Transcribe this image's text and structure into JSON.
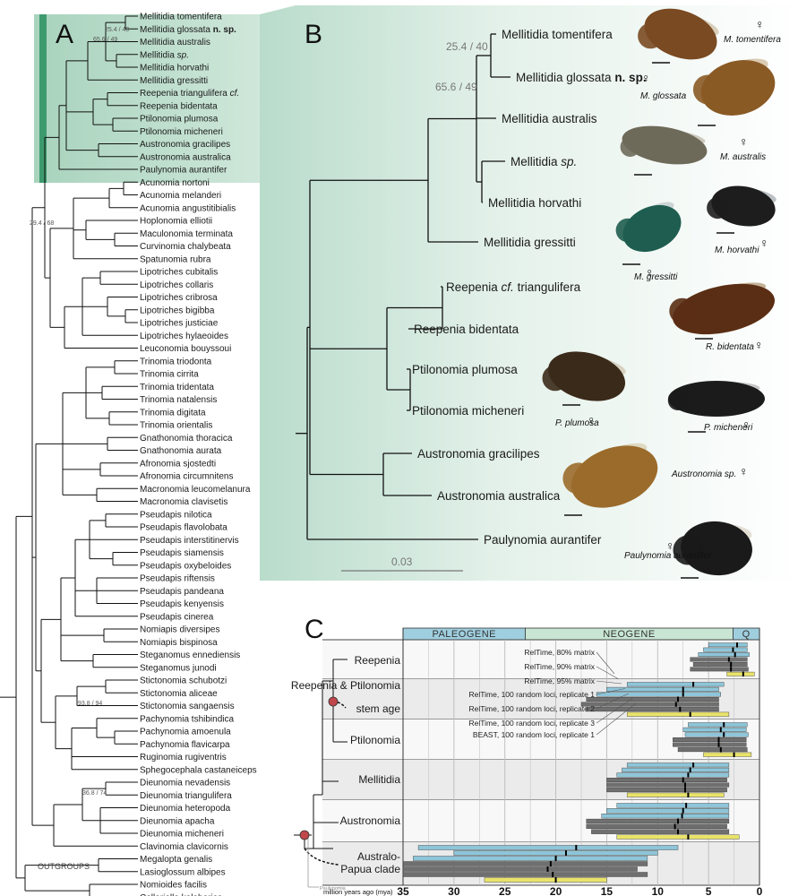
{
  "panel_labels": {
    "a": "A",
    "b": "B",
    "c": "C"
  },
  "panel_a": {
    "supports": [
      "25.4 / 40",
      "65.6 / 49",
      "29.4 / 68",
      "93.8 / 94",
      "36.8 / 74"
    ],
    "outgroups_label": "OUTGROUPS",
    "taxa": [
      {
        "genus": "Mellitidia tomentifera",
        "tail": ""
      },
      {
        "genus": "Mellitidia glossata",
        "tail": "n. sp."
      },
      {
        "genus": "Mellitidia australis",
        "tail": ""
      },
      {
        "genus": "Mellitidia",
        "tail": "sp."
      },
      {
        "genus": "Mellitidia horvathi",
        "tail": ""
      },
      {
        "genus": "Mellitidia gressitti",
        "tail": ""
      },
      {
        "genus": "Reepenia triangulifera",
        "tail": "cf."
      },
      {
        "genus": "Reepenia bidentata",
        "tail": ""
      },
      {
        "genus": "Ptilonomia plumosa",
        "tail": ""
      },
      {
        "genus": "Ptilonomia micheneri",
        "tail": ""
      },
      {
        "genus": "Austronomia gracilipes",
        "tail": ""
      },
      {
        "genus": "Austronomia australica",
        "tail": ""
      },
      {
        "genus": "Paulynomia aurantifer",
        "tail": ""
      },
      {
        "genus": "Acunomia nortoni",
        "tail": ""
      },
      {
        "genus": "Acunomia melanderi",
        "tail": ""
      },
      {
        "genus": "Acunomia angustitibialis",
        "tail": ""
      },
      {
        "genus": "Hoplonomia elliotii",
        "tail": ""
      },
      {
        "genus": "Maculonomia terminata",
        "tail": ""
      },
      {
        "genus": "Curvinomia chalybeata",
        "tail": ""
      },
      {
        "genus": "Spatunomia rubra",
        "tail": ""
      },
      {
        "genus": "Lipotriches cubitalis",
        "tail": ""
      },
      {
        "genus": "Lipotriches collaris",
        "tail": ""
      },
      {
        "genus": "Lipotriches cribrosa",
        "tail": ""
      },
      {
        "genus": "Lipotriches bigibba",
        "tail": ""
      },
      {
        "genus": "Lipotriches justiciae",
        "tail": ""
      },
      {
        "genus": "Lipotriches hylaeoides",
        "tail": ""
      },
      {
        "genus": "Leuconomia bouyssoui",
        "tail": ""
      },
      {
        "genus": "Trinomia triodonta",
        "tail": ""
      },
      {
        "genus": "Trinomia cirrita",
        "tail": ""
      },
      {
        "genus": "Trinomia tridentata",
        "tail": ""
      },
      {
        "genus": "Trinomia natalensis",
        "tail": ""
      },
      {
        "genus": "Trinomia digitata",
        "tail": ""
      },
      {
        "genus": "Trinomia orientalis",
        "tail": ""
      },
      {
        "genus": "Gnathonomia thoracica",
        "tail": ""
      },
      {
        "genus": "Gnathonomia aurata",
        "tail": ""
      },
      {
        "genus": "Afronomia sjostedti",
        "tail": ""
      },
      {
        "genus": "Afronomia circumnitens",
        "tail": ""
      },
      {
        "genus": "Macronomia leucomelanura",
        "tail": ""
      },
      {
        "genus": "Macronomia clavisetis",
        "tail": ""
      },
      {
        "genus": "Pseudapis nilotica",
        "tail": ""
      },
      {
        "genus": "Pseudapis flavolobata",
        "tail": ""
      },
      {
        "genus": "Pseudapis interstitinervis",
        "tail": ""
      },
      {
        "genus": "Pseudapis siamensis",
        "tail": ""
      },
      {
        "genus": "Pseudapis oxybeloides",
        "tail": ""
      },
      {
        "genus": "Pseudapis riftensis",
        "tail": ""
      },
      {
        "genus": "Pseudapis pandeana",
        "tail": ""
      },
      {
        "genus": "Pseudapis kenyensis",
        "tail": ""
      },
      {
        "genus": "Pseudapis cinerea",
        "tail": ""
      },
      {
        "genus": "Nomiapis diversipes",
        "tail": ""
      },
      {
        "genus": "Nomiapis bispinosa",
        "tail": ""
      },
      {
        "genus": "Steganomus ennediensis",
        "tail": ""
      },
      {
        "genus": "Steganomus junodi",
        "tail": ""
      },
      {
        "genus": "Stictonomia schubotzi",
        "tail": ""
      },
      {
        "genus": "Stictonomia aliceae",
        "tail": ""
      },
      {
        "genus": "Stictonomia sangaensis",
        "tail": ""
      },
      {
        "genus": "Pachynomia tshibindica",
        "tail": ""
      },
      {
        "genus": "Pachynomia amoenula",
        "tail": ""
      },
      {
        "genus": "Pachynomia flavicarpa",
        "tail": ""
      },
      {
        "genus": "Ruginomia rugiventris",
        "tail": ""
      },
      {
        "genus": "Sphegocephala castaneiceps",
        "tail": ""
      },
      {
        "genus": "Dieunomia nevadensis",
        "tail": ""
      },
      {
        "genus": "Dieunomia triangulifera",
        "tail": ""
      },
      {
        "genus": "Dieunomia heteropoda",
        "tail": ""
      },
      {
        "genus": "Dieunomia apacha",
        "tail": ""
      },
      {
        "genus": "Dieunomia micheneri",
        "tail": ""
      },
      {
        "genus": "Clavinomia clavicornis",
        "tail": ""
      },
      {
        "genus": "Megalopta genalis",
        "tail": ""
      },
      {
        "genus": "Lasioglossum albipes",
        "tail": ""
      },
      {
        "genus": "Nomioides facilis",
        "tail": ""
      },
      {
        "genus": "Cellariella kalaharica",
        "tail": ""
      }
    ]
  },
  "panel_b": {
    "supports": [
      "25.4 / 40",
      "65.6 / 49"
    ],
    "scale_label": "0.03",
    "taxa": [
      {
        "genus": "Mellitidia tomentifera",
        "tail": ""
      },
      {
        "genus": "Mellitidia glossata",
        "tail": "n. sp."
      },
      {
        "genus": "Mellitidia australis",
        "tail": ""
      },
      {
        "genus": "Mellitidia",
        "tail": "sp."
      },
      {
        "genus": "Mellitidia horvathi",
        "tail": ""
      },
      {
        "genus": "Mellitidia gressitti",
        "tail": ""
      },
      {
        "genus": "Reepenia",
        "tail": "cf.",
        "after": "triangulifera"
      },
      {
        "genus": "Reepenia bidentata",
        "tail": ""
      },
      {
        "genus": "Ptilonomia plumosa",
        "tail": ""
      },
      {
        "genus": "Ptilonomia micheneri",
        "tail": ""
      },
      {
        "genus": "Austronomia gracilipes",
        "tail": ""
      },
      {
        "genus": "Austronomia australica",
        "tail": ""
      },
      {
        "genus": "Paulynomia aurantifer",
        "tail": ""
      }
    ],
    "photo_captions": [
      "M. tomentifera",
      "M. glossata",
      "M. australis",
      "M. gressitti",
      "M. horvathi",
      "R. bidentata",
      "P. plumosa",
      "P. micheneri",
      "Austronomia sp.",
      "Paulynomia aurantifer"
    ],
    "female_symbol": "♀"
  },
  "panel_c": {
    "eras": [
      "PALEOGENE",
      "NEOGENE",
      "Q"
    ],
    "clades": [
      "Reepenia",
      "Reepenia & Ptilonomia",
      "stem age",
      "Ptilonomia",
      "Mellitidia",
      "Austronomia",
      "Australo-Papua clade"
    ],
    "paulynomia_label": "Paulynomia",
    "legend": [
      "RelTime, 80% matrix",
      "RelTime, 90% matrix",
      "RelTime, 95% matrix",
      "RelTime, 100 random loci, replicate 1",
      "RelTime, 100 random loci, replicate 2",
      "RelTime, 100 random loci, replicate 3",
      "BEAST, 100 random loci, replicate 1"
    ],
    "axis_ticks": [
      "35",
      "30",
      "25",
      "20",
      "15",
      "10",
      "5",
      "0"
    ],
    "axis_label": "million years ago (mya)",
    "colors": {
      "blue": "#8ec5d8",
      "grey": "#6f6f6f",
      "yellow": "#e9e36a",
      "node": "#c0474b",
      "era": "#9fcfdf",
      "neogene": "#c8e6d3"
    }
  },
  "chart_data": {
    "type": "interval",
    "title": "",
    "xlabel": "million years ago (mya)",
    "xlim": [
      35,
      0
    ],
    "series_labels": [
      "RelTime, 80% matrix",
      "RelTime, 90% matrix",
      "RelTime, 95% matrix",
      "RelTime, 100 random loci, replicate 1",
      "RelTime, 100 random loci, replicate 2",
      "RelTime, 100 random loci, replicate 3",
      "BEAST, 100 random loci, replicate 1"
    ],
    "groups": [
      {
        "name": "Reepenia",
        "intervals": [
          [
            5,
            1.2,
            2.2
          ],
          [
            5.5,
            1.2,
            2.6
          ],
          [
            6,
            1,
            2.4
          ],
          [
            6.8,
            1.2,
            3
          ],
          [
            6.5,
            1.2,
            2.8
          ],
          [
            6.8,
            1.1,
            2.8
          ],
          [
            3.2,
            0.5,
            1.6
          ]
        ]
      },
      {
        "name": "Reepenia & Ptilonomia stem age",
        "intervals": [
          [
            13,
            3.5,
            6.5
          ],
          [
            15,
            4,
            7.5
          ],
          [
            16,
            3.8,
            7.5
          ],
          [
            17,
            4,
            8
          ],
          [
            17.5,
            4,
            8.2
          ],
          [
            17,
            4,
            7.8
          ],
          [
            13,
            3,
            6.8
          ]
        ]
      },
      {
        "name": "Ptilonomia",
        "intervals": [
          [
            7,
            1.2,
            3.5
          ],
          [
            7.5,
            1.3,
            3.8
          ],
          [
            7.3,
            1.1,
            3.5
          ],
          [
            8.5,
            1.3,
            4
          ],
          [
            8.5,
            1.3,
            4
          ],
          [
            8,
            1.2,
            3.8
          ],
          [
            5.5,
            0.8,
            2.5
          ]
        ]
      },
      {
        "name": "Mellitidia",
        "intervals": [
          [
            13,
            3,
            6.5
          ],
          [
            13.5,
            3,
            6.8
          ],
          [
            14,
            3,
            7
          ],
          [
            15,
            3.2,
            7.5
          ],
          [
            15,
            3,
            7.3
          ],
          [
            15,
            3.2,
            7.3
          ],
          [
            13,
            3.5,
            7
          ]
        ]
      },
      {
        "name": "Austronomia",
        "intervals": [
          [
            14,
            3,
            7.2
          ],
          [
            15,
            3,
            7.5
          ],
          [
            15.5,
            3,
            7.6
          ],
          [
            17,
            3,
            8
          ],
          [
            17,
            3.2,
            8.3
          ],
          [
            16.5,
            3,
            8
          ],
          [
            14,
            2,
            7
          ]
        ]
      },
      {
        "name": "Australo-Papua clade",
        "intervals": [
          [
            33.5,
            8,
            18
          ],
          [
            30,
            10,
            19
          ],
          [
            34,
            11,
            20
          ],
          [
            35,
            11,
            20.5
          ],
          [
            35,
            12,
            20.8
          ],
          [
            35,
            11,
            20.3
          ],
          [
            27,
            15,
            20
          ]
        ]
      }
    ]
  }
}
